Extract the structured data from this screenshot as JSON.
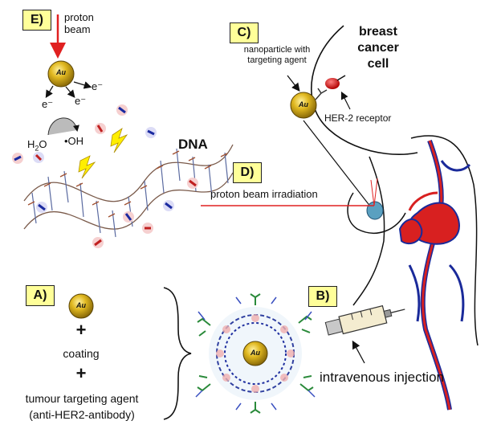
{
  "panels": {
    "E": {
      "label": "E)",
      "beam": "proton\nbeam",
      "au": "Au",
      "electron": "e⁻",
      "h2o": "H",
      "h2o_sub": "2",
      "h2o_o": "O",
      "oh": "•OH",
      "dna": "DNA"
    },
    "C": {
      "label": "C)",
      "nanoparticle": "nanoparticle with\ntargeting agent",
      "cell": "breast\ncancer\ncell",
      "receptor": "HER-2 receptor",
      "au": "Au"
    },
    "D": {
      "label": "D)",
      "irradiation": "proton beam irradiation"
    },
    "A": {
      "label": "A)",
      "au": "Au",
      "plus": "+",
      "coating": "coating",
      "plus2": "+",
      "agent": "tumour targeting agent",
      "antibody": "(anti-HER2-antibody)"
    },
    "B": {
      "label": "B)",
      "injection": "intravenous injection"
    },
    "center": {
      "au": "Au"
    }
  },
  "colors": {
    "gold": "#c8a018",
    "box_fill": "#ffff99",
    "beam_red": "#e02020",
    "vessel_red": "#d82020",
    "vessel_blue": "#1a2a9a"
  }
}
